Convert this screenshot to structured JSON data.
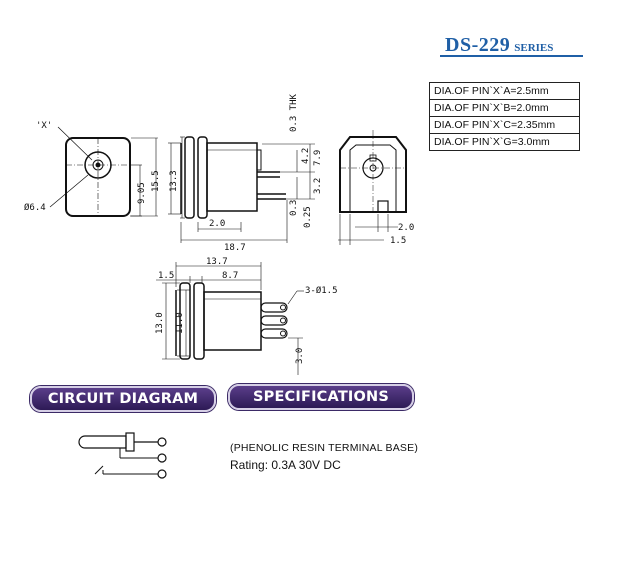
{
  "header": {
    "model": "DS-229",
    "series_word": "SERIES"
  },
  "pin_table": [
    "DIA.OF PIN`X`A=2.5mm",
    "DIA.OF PIN`X`B=2.0mm",
    "DIA.OF PIN`X`C=2.35mm",
    "DIA.OF PIN`X`G=3.0mm"
  ],
  "front_view": {
    "x_label": "'X'",
    "pin_dia": "Ø6.4",
    "height_inner": "9.05"
  },
  "side_view": {
    "h_inner": "13.3",
    "h_outer": "15.5",
    "thk": "0.3 THK",
    "d42": "4.2",
    "d79": "7.9",
    "d32": "3.2",
    "d03": "0.3",
    "d025": "0.25",
    "d20": "2.0",
    "d187": "18.7"
  },
  "rear_view": {
    "d20": "2.0",
    "d15": "1.5"
  },
  "bottom_view": {
    "d137": "13.7",
    "d15": "1.5",
    "d87": "8.7",
    "holes": "3-Ø1.5",
    "d130": "13.0",
    "d110": "11.0",
    "d30": "3.0"
  },
  "sections": {
    "circuit": "CIRCUIT DIAGRAM",
    "specifications": "SPECIFICATIONS"
  },
  "specs": {
    "base": "(PHENOLIC RESIN TERMINAL BASE)",
    "rating": "Rating: 0.3A 30V DC"
  }
}
